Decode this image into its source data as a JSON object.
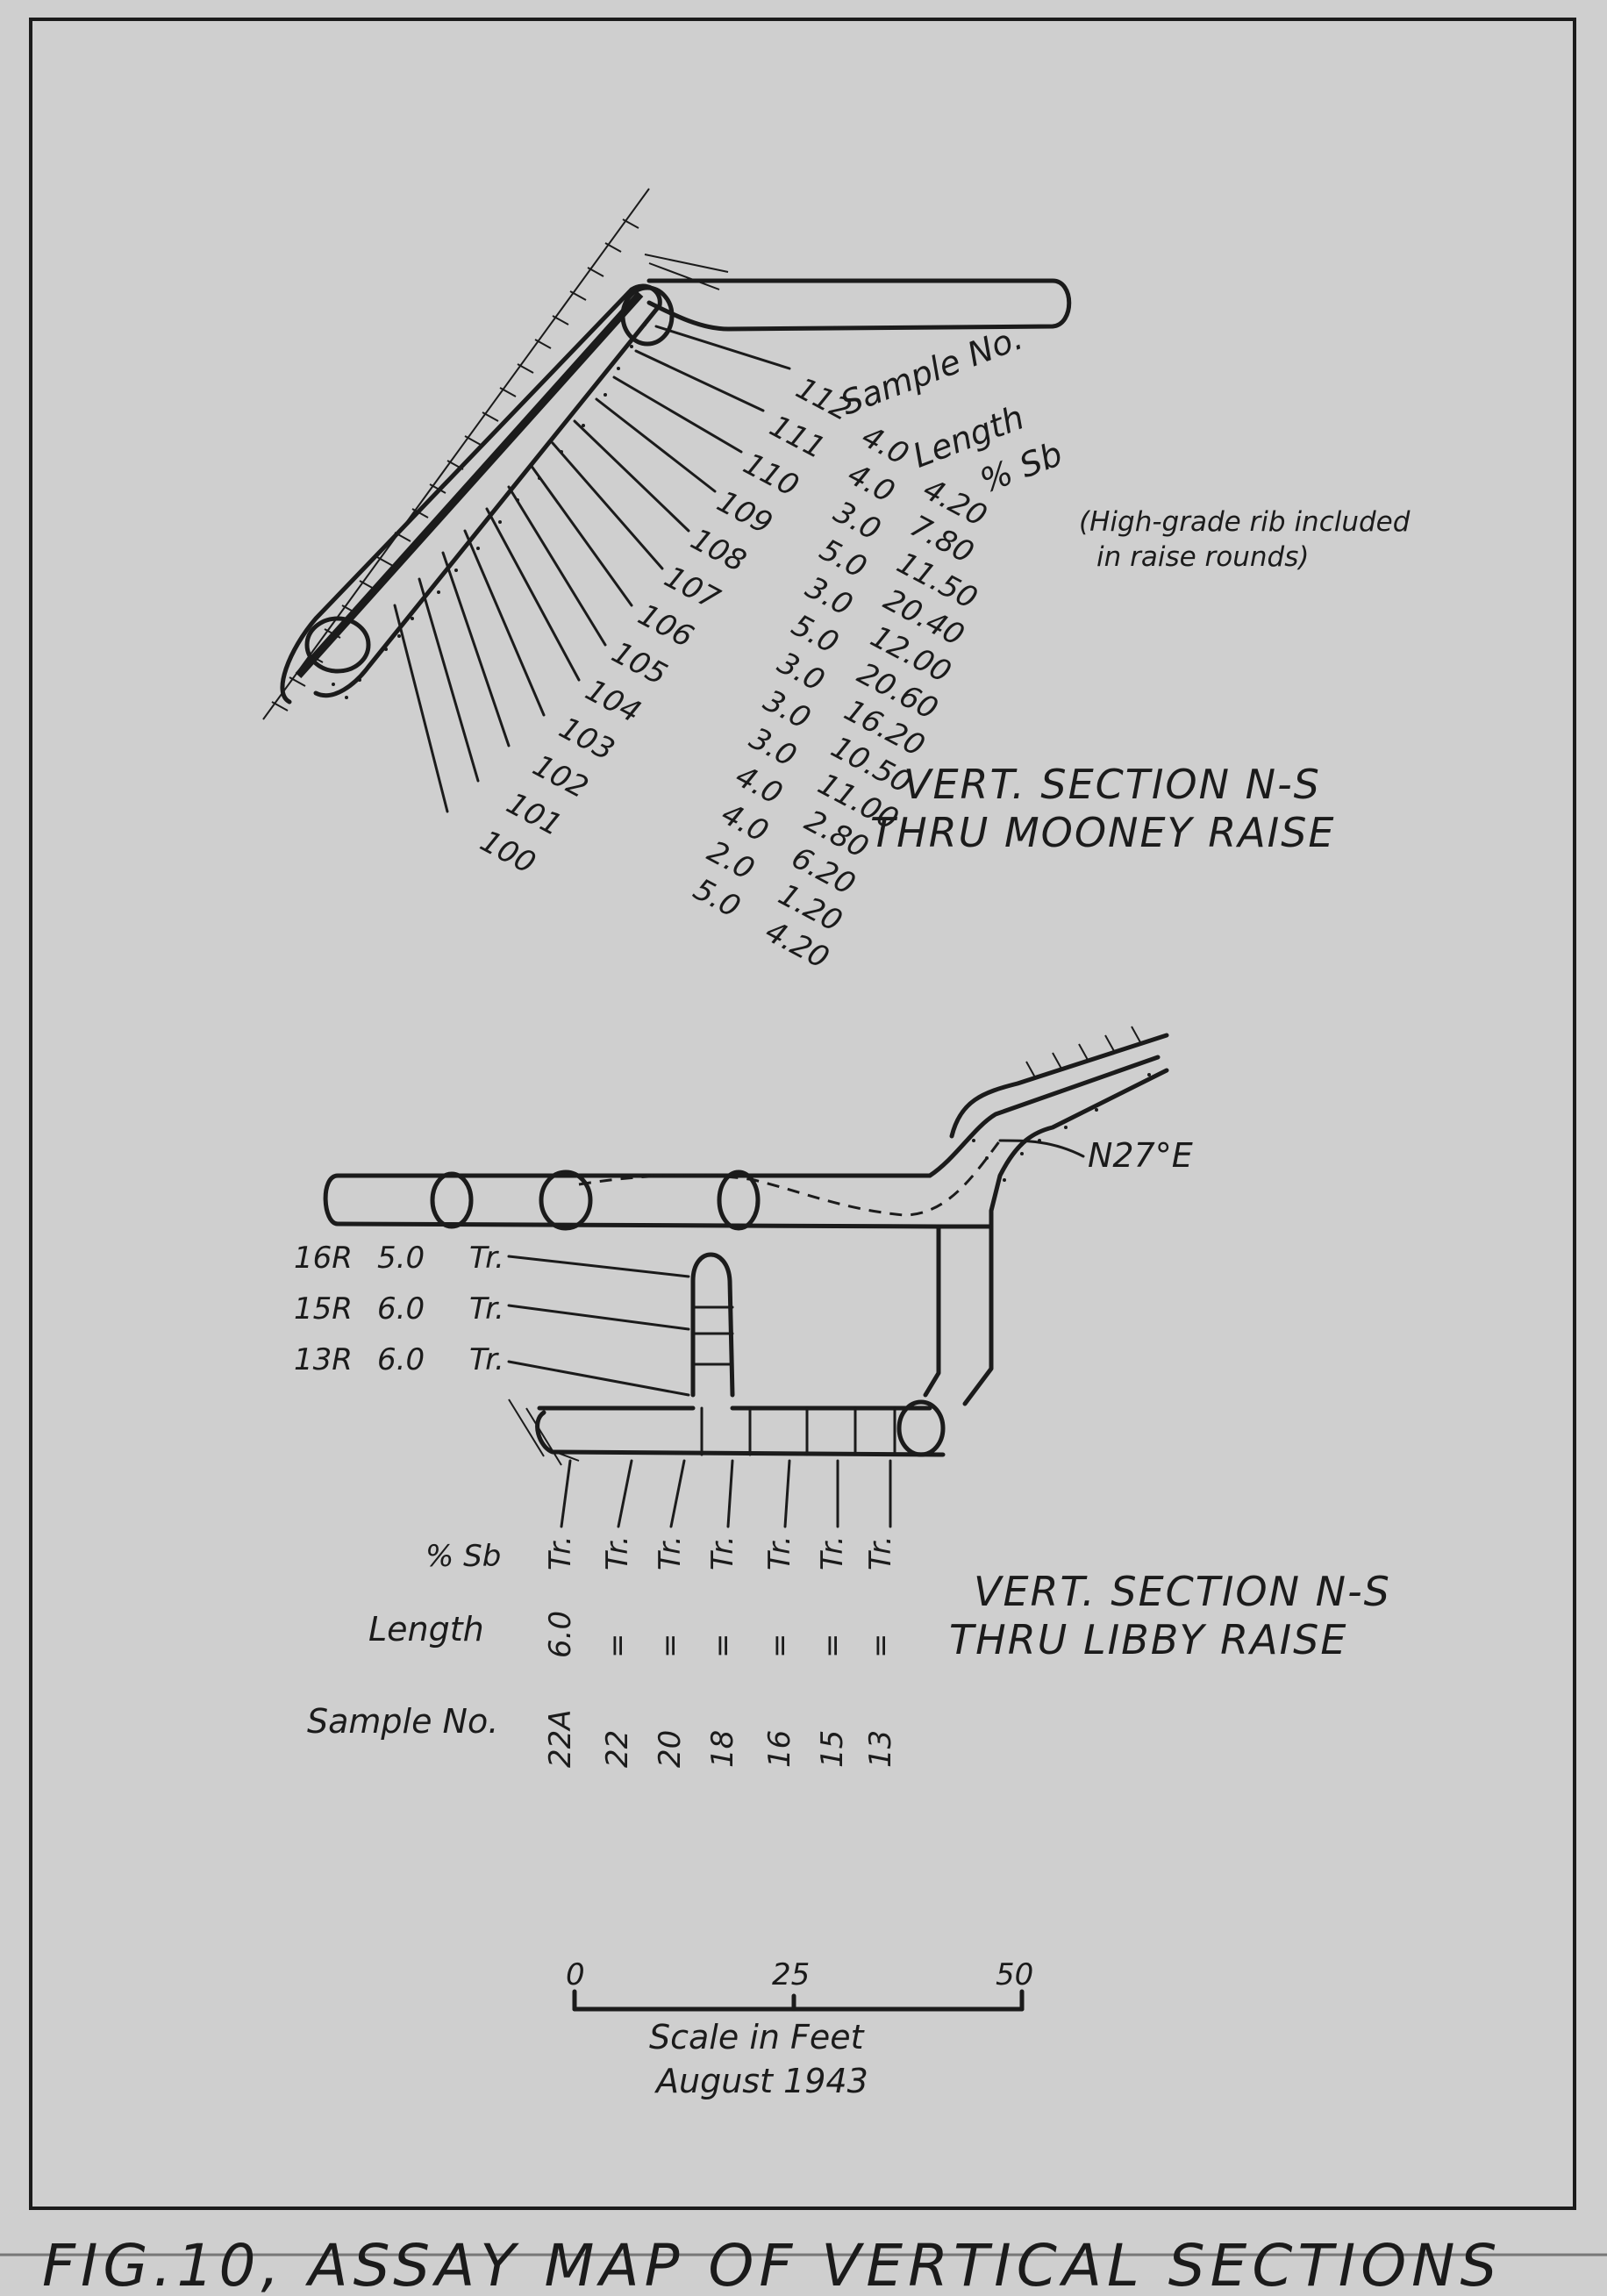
{
  "figure_caption": "FIG.10, ASSAY MAP OF VERTICAL SECTIONS",
  "mooney": {
    "title_line1": "VERT. SECTION N-S",
    "title_line2": "THRU MOONEY RAISE",
    "header_sample": "Sample No.",
    "header_length": "Length",
    "header_pct": "% Sb",
    "note_line1": "(High-grade rib included",
    "note_line2": "in raise rounds)",
    "samples": [
      {
        "no": "112",
        "length": "4.0",
        "pct": "4.20"
      },
      {
        "no": "111",
        "length": "4.0",
        "pct": "7.80"
      },
      {
        "no": "110",
        "length": "3.0",
        "pct": "11.50"
      },
      {
        "no": "109",
        "length": "5.0",
        "pct": "20.40"
      },
      {
        "no": "108",
        "length": "3.0",
        "pct": "12.00"
      },
      {
        "no": "107",
        "length": "5.0",
        "pct": "20.60"
      },
      {
        "no": "106",
        "length": "3.0",
        "pct": "16.20"
      },
      {
        "no": "105",
        "length": "3.0",
        "pct": "10.50"
      },
      {
        "no": "104",
        "length": "3.0",
        "pct": "11.00"
      },
      {
        "no": "103",
        "length": "4.0",
        "pct": "2.80"
      },
      {
        "no": "102",
        "length": "4.0",
        "pct": "6.20"
      },
      {
        "no": "101",
        "length": "2.0",
        "pct": "1.20"
      },
      {
        "no": "100",
        "length": "5.0",
        "pct": "4.20"
      }
    ]
  },
  "libby": {
    "title_line1": "VERT. SECTION N-S",
    "title_line2": "THRU LIBBY RAISE",
    "bearing": "N27°E",
    "row_label_pct": "% Sb",
    "row_label_length": "Length",
    "row_label_sample": "Sample No.",
    "raise_samples": [
      {
        "no": "16R",
        "length": "5.0",
        "pct": "Tr."
      },
      {
        "no": "15R",
        "length": "6.0",
        "pct": "Tr."
      },
      {
        "no": "13R",
        "length": "6.0",
        "pct": "Tr."
      }
    ],
    "level_samples": [
      {
        "no": "22A",
        "length": "6.0",
        "pct": "Tr."
      },
      {
        "no": "22",
        "length": "=",
        "pct": "Tr."
      },
      {
        "no": "20",
        "length": "=",
        "pct": "Tr."
      },
      {
        "no": "18",
        "length": "=",
        "pct": "Tr."
      },
      {
        "no": "16",
        "length": "=",
        "pct": "Tr."
      },
      {
        "no": "15",
        "length": "=",
        "pct": "Tr."
      },
      {
        "no": "13",
        "length": "=",
        "pct": "Tr."
      }
    ]
  },
  "scale": {
    "tick_0": "0",
    "tick_25": "25",
    "tick_50": "50",
    "label": "Scale in Feet",
    "date": "August 1943"
  }
}
